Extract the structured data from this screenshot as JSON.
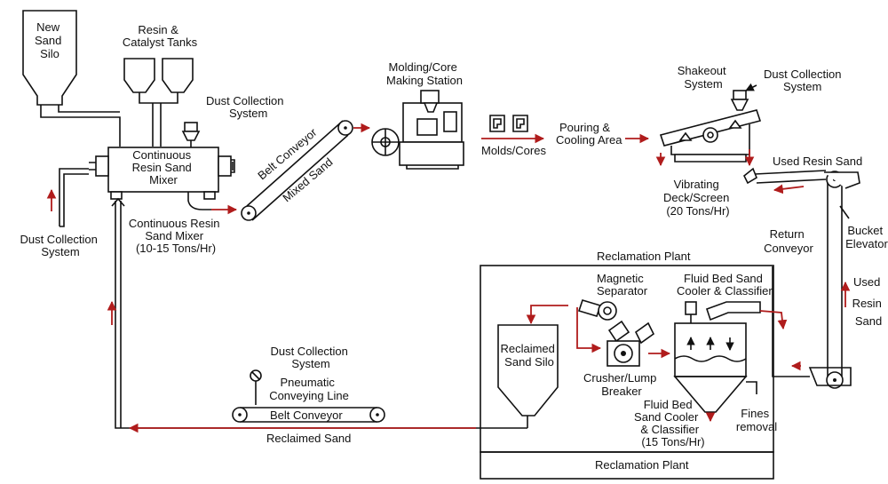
{
  "labels": {
    "new_sand_silo": [
      "New",
      "Sand",
      "Silo"
    ],
    "resin_catalyst_tanks": [
      "Resin &",
      "Catalyst Tanks"
    ],
    "dust_collection_mixer": [
      "Dust Collection",
      "System"
    ],
    "mixer_body": [
      "Continuous",
      "Resin Sand",
      "Mixer"
    ],
    "mixer_caption": [
      "Continuous Resin",
      "Sand Mixer",
      "(10-15 Tons/Hr)"
    ],
    "dust_collection_left": [
      "Dust Collection",
      "System"
    ],
    "belt_conveyor": "Belt Conveyor",
    "mixed_sand": "Mixed Sand",
    "molding_station": [
      "Molding/Core",
      "Making Station"
    ],
    "molds_cores": "Molds/Cores",
    "pouring_cooling": [
      "Pouring &",
      "Cooling Area"
    ],
    "shakeout": [
      "Shakeout",
      "System"
    ],
    "dust_collection_shakeout": [
      "Dust Collection",
      "System"
    ],
    "used_resin_sand_top": "Used Resin Sand",
    "vibrating_deck": [
      "Vibrating",
      "Deck/Screen",
      "(20 Tons/Hr)"
    ],
    "return_conveyor": [
      "Return",
      "Conveyor"
    ],
    "bucket_elevator": [
      "Bucket",
      "Elevator"
    ],
    "used_resin_sand_side": [
      "Used",
      "Resin",
      "Sand"
    ],
    "reclamation_plant_top": "Reclamation Plant",
    "magnetic_separator": [
      "Magnetic",
      "Separator"
    ],
    "fluid_bed_top": [
      "Fluid Bed Sand",
      "Cooler & Classifier"
    ],
    "reclaimed_sand_silo": [
      "Reclaimed",
      "Sand Silo"
    ],
    "crusher": [
      "Crusher/Lump",
      "Breaker"
    ],
    "fluid_bed_bottom": [
      "Fluid Bed",
      "Sand Cooler",
      "& Classifier",
      "(15 Tons/Hr)"
    ],
    "fines_removal": [
      "Fines",
      "removal"
    ],
    "dust_collection_pneumatic": [
      "Dust Collection",
      "System"
    ],
    "pneumatic_line": [
      "Pneumatic",
      "Conveying Line"
    ],
    "belt_conveyor_bottom": "Belt Conveyor",
    "reclaimed_sand": "Reclaimed Sand",
    "reclamation_plant_bottom": "Reclamation Plant"
  },
  "colors": {
    "line": "#111111",
    "flow": "#b01c1c",
    "background": "#ffffff"
  }
}
